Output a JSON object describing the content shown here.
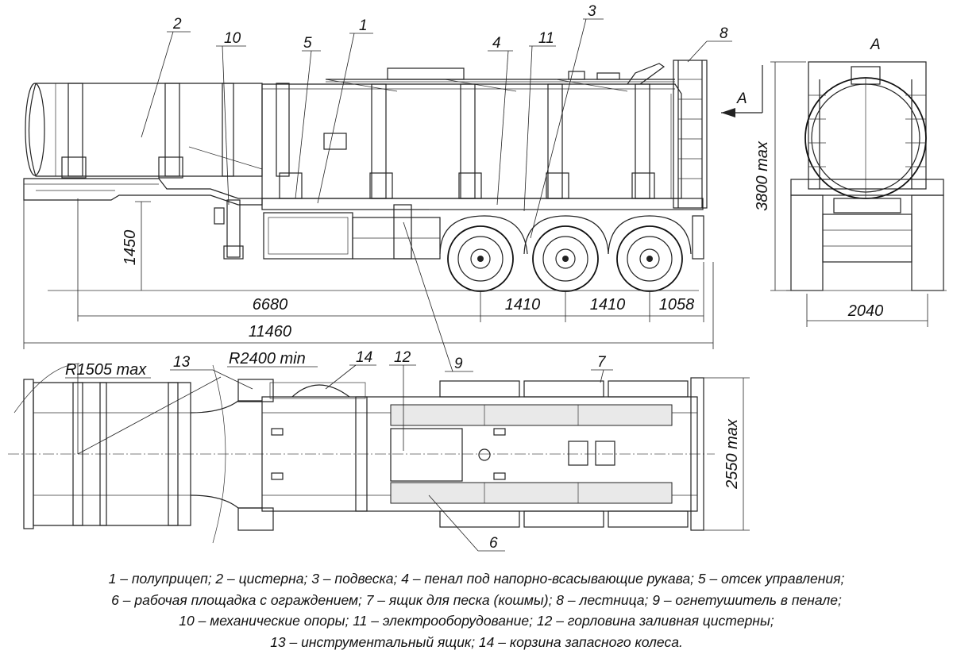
{
  "callouts": [
    "2",
    "10",
    "5",
    "1",
    "4",
    "11",
    "3",
    "8",
    "A",
    "A",
    "13",
    "14",
    "12",
    "9",
    "7",
    "6"
  ],
  "dimensions": {
    "height_1450": "1450",
    "len_6680": "6680",
    "len_1410a": "1410",
    "len_1410b": "1410",
    "len_1058": "1058",
    "len_11460": "11460",
    "height_3800": "3800 max",
    "width_2040": "2040",
    "width_2550": "2550 max",
    "radius_front": "R1505 max",
    "radius_turn": "R2400 min"
  },
  "legend": {
    "line1": "1 – полуприцеп; 2 – цистерна; 3 – подвеска; 4 – пенал под напорно-всасывающие рукава; 5 – отсек управления;",
    "line2": "6 – рабочая площадка с ограждением; 7 – ящик для песка (кошмы); 8 – лестница; 9 – огнетушитель в пенале;",
    "line3": "10 – механические опоры; 11 – электрооборудование; 12 – горловина заливная цистерны;",
    "line4": "13 – инструментальный ящик; 14 – корзина запасного колеса."
  },
  "colors": {
    "line": "#222222",
    "background": "#ffffff"
  }
}
